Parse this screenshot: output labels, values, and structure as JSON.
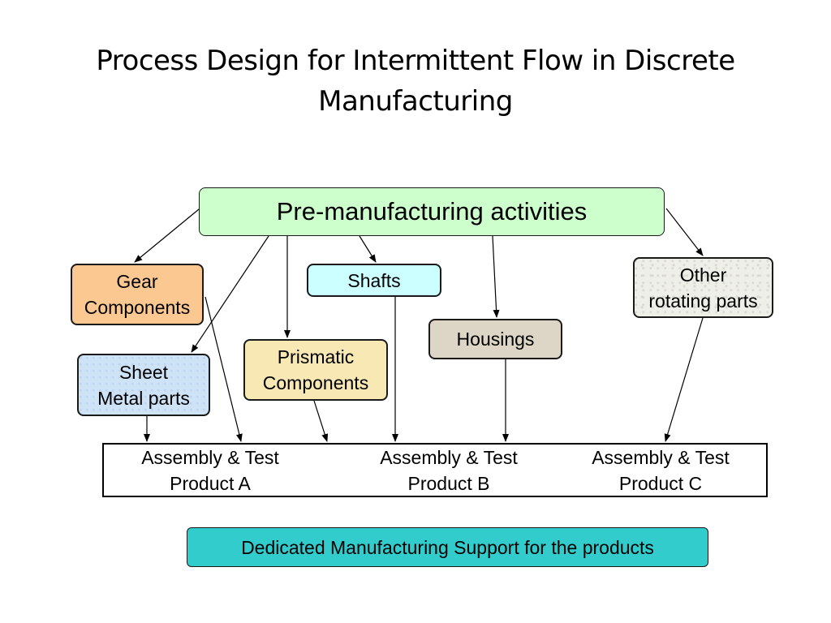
{
  "slide": {
    "title_line1": "Process Design for Intermittent Flow in Discrete",
    "title_line2": "Manufacturing"
  },
  "nodes": {
    "pre_manufacturing": {
      "label": "Pre-manufacturing activities",
      "color": "#ccffcc"
    },
    "gear_components": {
      "line1": "Gear",
      "line2": "Components",
      "color": "#fbc892"
    },
    "shafts": {
      "label": "Shafts",
      "color": "#ccffff"
    },
    "other_rotating_parts": {
      "line1": "Other",
      "line2": "rotating parts",
      "color": "#efefe9"
    },
    "sheet_metal_parts": {
      "line1": "Sheet",
      "line2": "Metal parts",
      "color": "#cfe3f7"
    },
    "prismatic_components": {
      "line1": "Prismatic",
      "line2": "Components",
      "color": "#f7e8b4"
    },
    "housings": {
      "label": "Housings",
      "color": "#ddd5c6"
    }
  },
  "assembly": {
    "product_a": {
      "line1": "Assembly & Test",
      "line2": "Product A"
    },
    "product_b": {
      "line1": "Assembly & Test",
      "line2": "Product B"
    },
    "product_c": {
      "line1": "Assembly & Test",
      "line2": "Product C"
    }
  },
  "support": {
    "label": "Dedicated Manufacturing Support for the products",
    "color": "#33cccc"
  },
  "edges": [
    {
      "from": "pre_manufacturing",
      "to": "gear_components"
    },
    {
      "from": "pre_manufacturing",
      "to": "sheet_metal_parts"
    },
    {
      "from": "pre_manufacturing",
      "to": "prismatic_components"
    },
    {
      "from": "pre_manufacturing",
      "to": "shafts"
    },
    {
      "from": "pre_manufacturing",
      "to": "housings"
    },
    {
      "from": "pre_manufacturing",
      "to": "other_rotating_parts"
    },
    {
      "from": "gear_components",
      "to": "assembly_product_a"
    },
    {
      "from": "sheet_metal_parts",
      "to": "assembly_product_a"
    },
    {
      "from": "prismatic_components",
      "to": "assembly_product_b"
    },
    {
      "from": "shafts",
      "to": "assembly_product_b"
    },
    {
      "from": "housings",
      "to": "assembly_product_b"
    },
    {
      "from": "other_rotating_parts",
      "to": "assembly_product_c"
    }
  ]
}
